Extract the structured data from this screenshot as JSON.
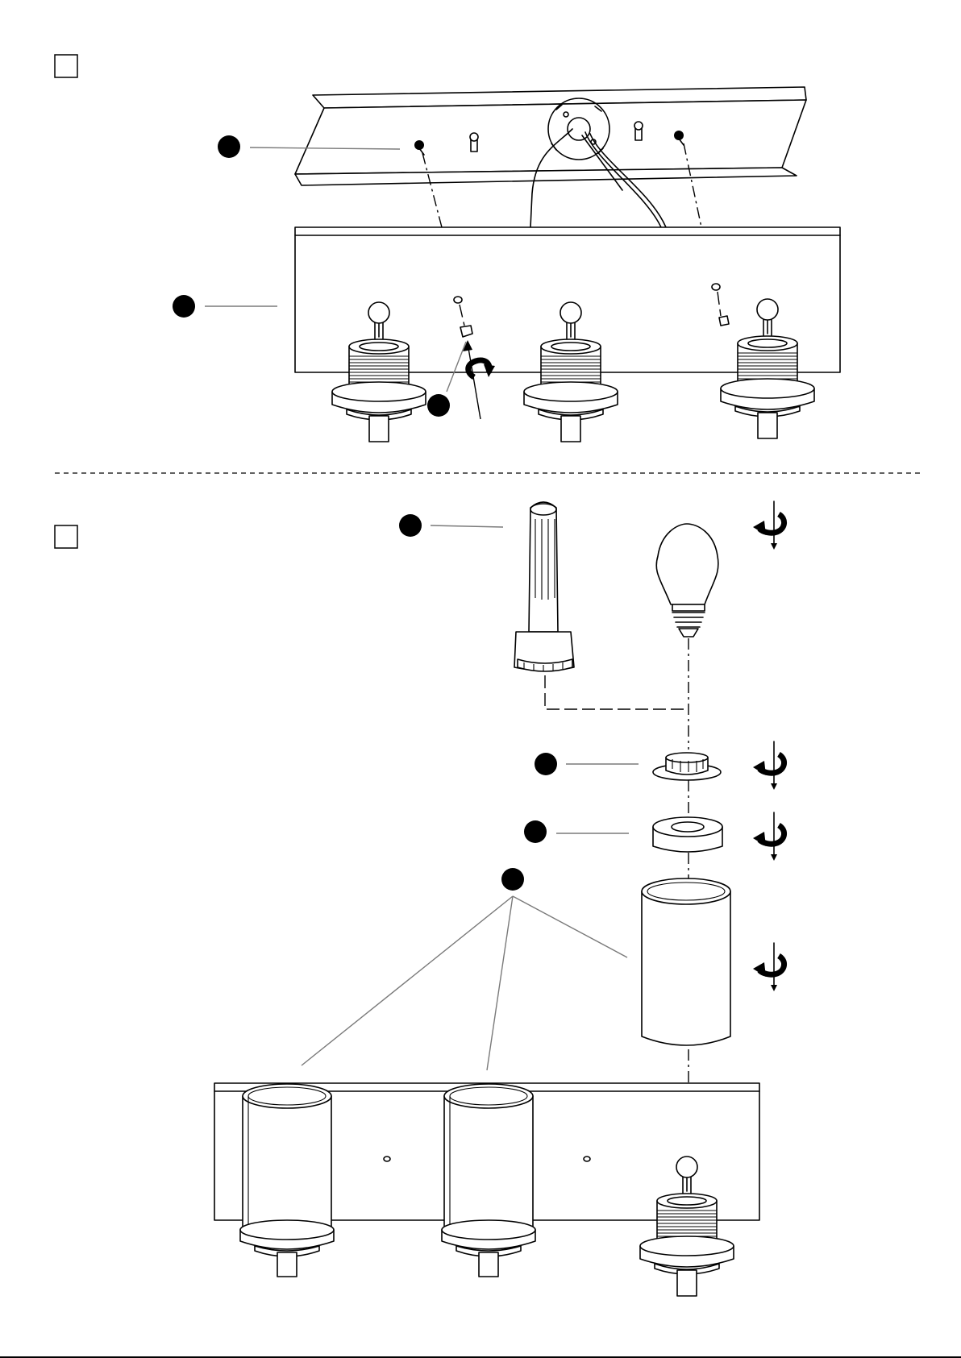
{
  "steps": [
    {
      "id": "step-1",
      "checkbox": "",
      "callouts": 3
    },
    {
      "id": "step-2",
      "checkbox": "",
      "callouts": 4
    }
  ],
  "parts": [
    "mounting-bracket",
    "mounting-screw",
    "back-plate",
    "cap-nut",
    "socket-cover",
    "light-bulb",
    "threaded-ring",
    "retaining-ring",
    "glass-shade"
  ],
  "icons": [
    "rotate-arrow-icon"
  ],
  "colors": {
    "ink": "#000000",
    "leader": "#7a7a7a",
    "paper": "#ffffff"
  }
}
